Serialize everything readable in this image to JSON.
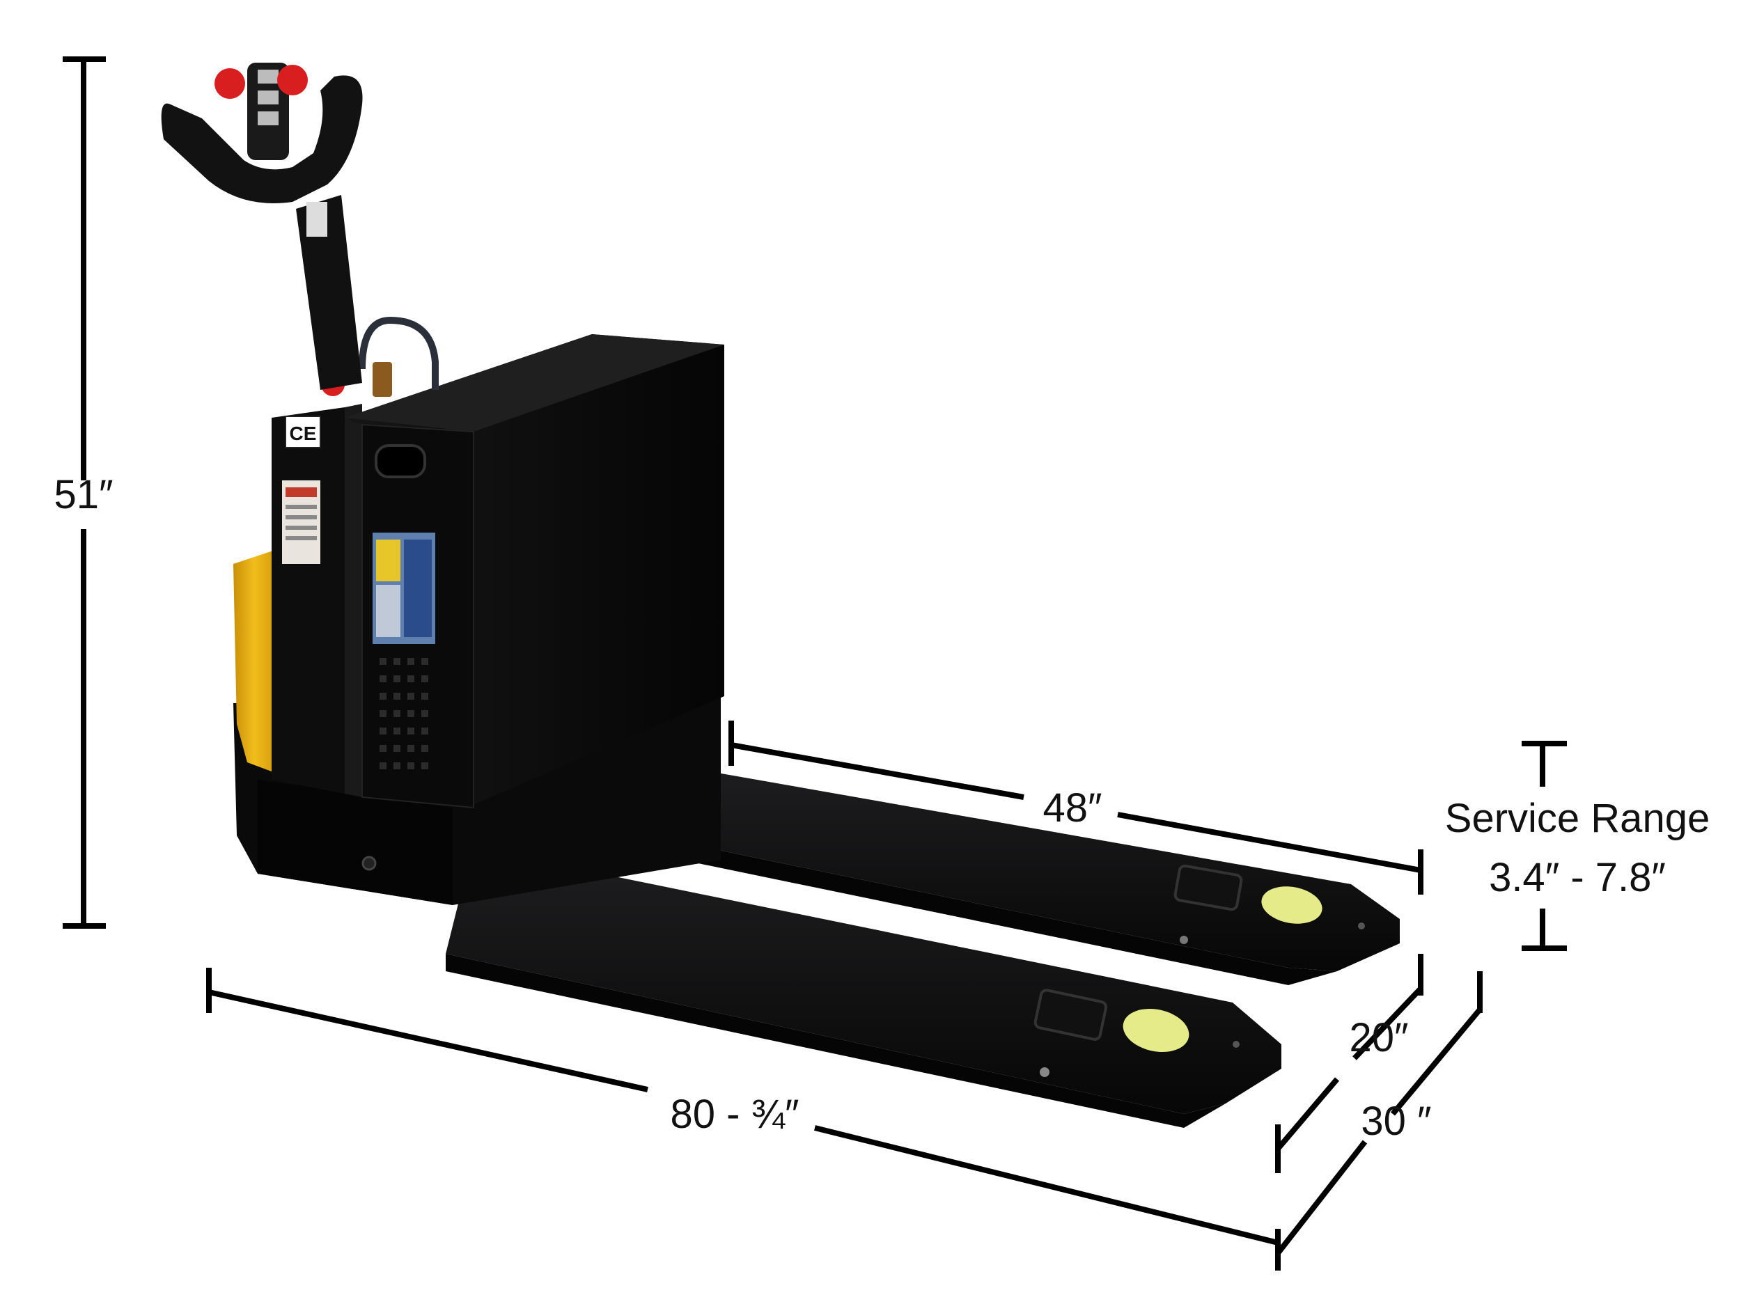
{
  "dimensions": {
    "height": "51″",
    "fork_length": "48″",
    "overall_length": "80 - ¾″",
    "fork_width": "20″",
    "overall_width": "30 ″",
    "service_range": {
      "title": "Service Range",
      "value": "3.4″ - 7.8″"
    }
  },
  "product_labels": {
    "ce_mark": "CE"
  },
  "colors": {
    "body": "#0b0b0c",
    "accent_yellow": "#e8b316",
    "accent_red": "#d81e1e",
    "wheel": "#e6eb8a",
    "dimension_line": "#000000"
  }
}
